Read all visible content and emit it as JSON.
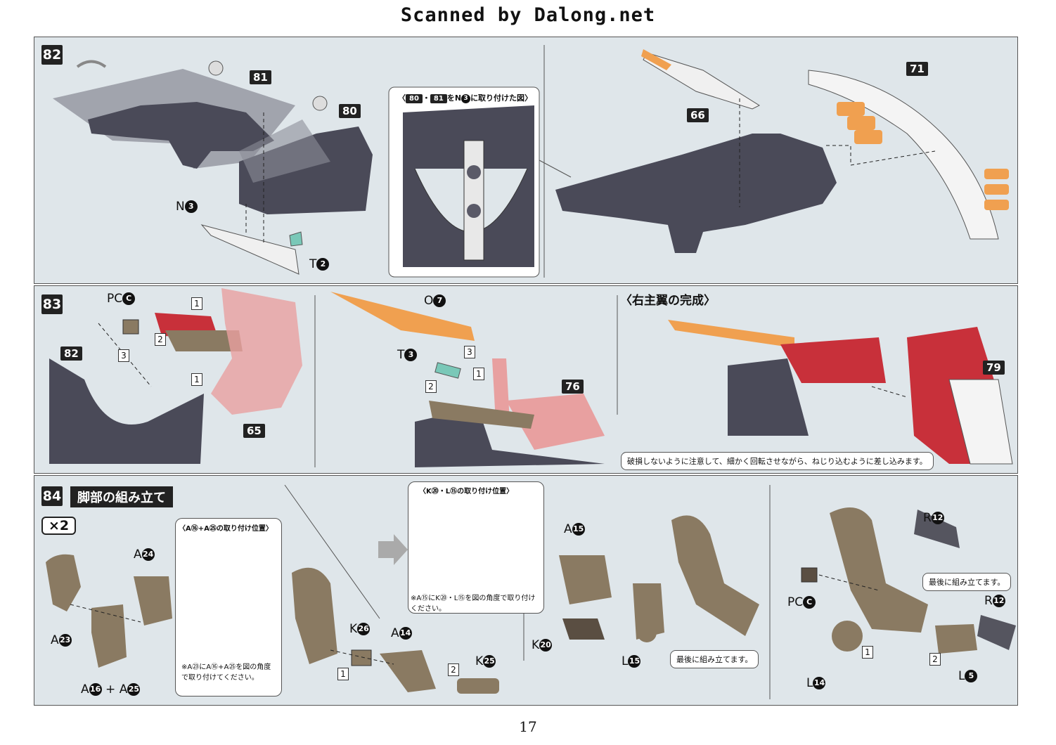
{
  "header": "Scanned by Dalong.net",
  "page_number": "17",
  "step82": {
    "number": "82",
    "parts": {
      "p81": "81",
      "p80": "80",
      "n": "N",
      "n_num": "3",
      "t": "T",
      "t_num": "2",
      "p66": "66",
      "p71": "71"
    },
    "detail_title_a": "80",
    "detail_title_b": "81",
    "detail_title_text": "をN",
    "detail_title_num": "3",
    "detail_title_tail": "に取り付けた図"
  },
  "step83": {
    "number": "83",
    "parts": {
      "pc": "PC",
      "pc_letter": "C",
      "p82": "82",
      "p65": "65",
      "o": "O",
      "o_num": "7",
      "t": "T",
      "t_num": "3",
      "p76": "76",
      "p79": "79"
    },
    "box_labels": [
      "1",
      "2",
      "3",
      "1",
      "3",
      "2",
      "1"
    ],
    "completion_title": "〈右主翼の完成〉",
    "note": "破損しないように注意して、細かく回転させながら、ねじり込むように差し込みます。"
  },
  "step84": {
    "number": "84",
    "title": "脚部の組み立て",
    "multiplier": "×2",
    "parts": {
      "a24": "A",
      "a24_num": "24",
      "a23": "A",
      "a23_num": "23",
      "a16": "A",
      "a16_num": "16",
      "plus": "+",
      "a25": "A",
      "a25_num": "25",
      "k26": "K",
      "k26_num": "26",
      "a14": "A",
      "a14_num": "14",
      "k25": "K",
      "k25_num": "25",
      "a15": "A",
      "a15_num": "15",
      "k20": "K",
      "k20_num": "20",
      "l15": "L",
      "l15_num": "15",
      "r12a": "R",
      "r12a_num": "12",
      "r12b": "R",
      "r12b_num": "12",
      "pc": "PC",
      "pc_letter": "C",
      "l14": "L",
      "l14_num": "14",
      "l5": "L",
      "l5_num": "5"
    },
    "detail1_title": "〈A⑯+A㉕の取り付け位置〉",
    "detail1_note": "※A㉓にA⑯+A㉕を図の角度で取り付けてください。",
    "detail2_title": "〈K⑳・L⑮の取り付け位置〉",
    "detail2_note": "※A⑮にK⑳・L⑮を図の角度で取り付けください。",
    "callout_last1": "最後に組み立てます。",
    "callout_last2": "最後に組み立てます。",
    "box_labels": [
      "1",
      "2",
      "1",
      "2"
    ]
  },
  "colors": {
    "panel": "#dfe6ea",
    "dark_part": "#4a4a58",
    "orange": "#f0a050",
    "red": "#c8303a",
    "khaki": "#8a7a62",
    "pink": "#e8a0a0"
  }
}
